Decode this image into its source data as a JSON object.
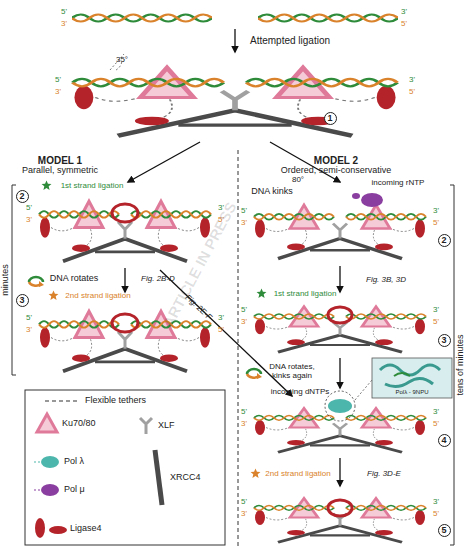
{
  "diagram": {
    "nodes": [
      {
        "text": [
          "1"
        ]
      },
      {
        "text": [
          "2"
        ]
      },
      {
        "text": [
          "2"
        ]
      },
      {
        "text": [
          "3"
        ]
      },
      {
        "text": [
          "3"
        ]
      },
      {
        "text": [
          "4"
        ]
      },
      {
        "text": [
          "5"
        ]
      }
    ],
    "labels": [
      "5'",
      "3'",
      "3'",
      "5'",
      "Attempted ligation",
      "35°",
      "5'",
      "3'",
      "3'",
      "5'",
      "MODEL 1",
      "Parallel, symmetric",
      "MODEL 2",
      "Ordered, semi-conservative",
      "1st strand ligation",
      "5'",
      "3'",
      "3'",
      "5'",
      "DNA rotates",
      "Fig. 2B-D",
      "Fig. 2E-F",
      "2nd strand ligation",
      "5'",
      "3'",
      "3'",
      "5'",
      "DNA kinks",
      "80°",
      "incoming rNTP",
      "5'",
      "3'",
      "3'",
      "5'",
      "Fig. 3B, 3D",
      "1st strand ligation",
      "5'",
      "3'",
      "3'",
      "5'",
      "DNA rotates, kinks again",
      "incoming dNTPs",
      "Polλ - 9NPU",
      "5'",
      "3'",
      "3'",
      "5'",
      "2nd strand ligation",
      "Fig. 3D-E",
      "5'",
      "3'",
      "3'",
      "5'",
      "minutes",
      "tens of minutes",
      "ARTICLE IN PRESS"
    ],
    "legend": [
      {
        "text": "Flexible tethers"
      },
      {
        "text": "Ku70/80"
      },
      {
        "text": "XLF"
      },
      {
        "text": "Pol λ"
      },
      {
        "text": "Pol μ"
      },
      {
        "text": "XRCC4"
      },
      {
        "text": "Ligase4"
      }
    ]
  }
}
